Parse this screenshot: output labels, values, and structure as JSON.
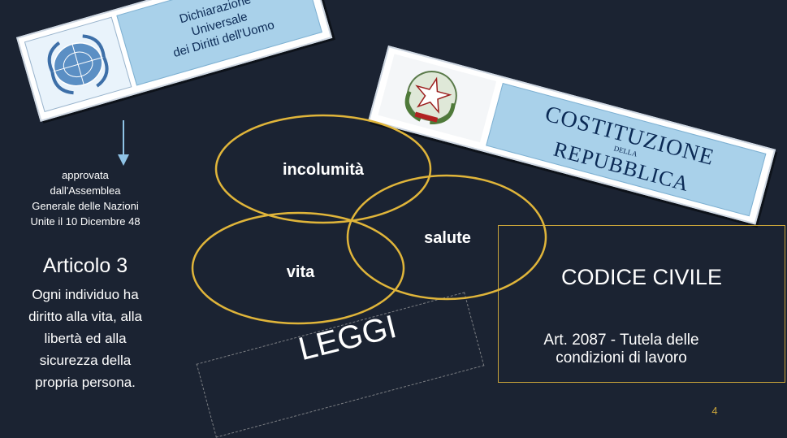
{
  "udhr": {
    "line1": "Dichiarazione",
    "line2": "Universale",
    "line3": "dei Diritti dell'Uomo"
  },
  "constitution": {
    "line1": "COSTITUZIONE",
    "line2": "DELLA",
    "line3": "REPUBBLICA"
  },
  "approval": {
    "line1": "approvata",
    "line2": "dall'Assemblea",
    "line3": "Generale delle Nazioni",
    "line4": "Unite il 10 Dicembre 48"
  },
  "article": {
    "title": "Articolo 3",
    "line1": "Ogni individuo ha",
    "line2": "diritto alla vita, alla",
    "line3": "libertà ed alla",
    "line4": "sicurezza della",
    "line5": "propria persona."
  },
  "circles": {
    "top": "incolumità",
    "right": "salute",
    "left": "vita"
  },
  "laws": {
    "label": "LEGGI"
  },
  "civil_code": {
    "title": "CODICE CIVILE",
    "line1": "Art. 2087 - Tutela delle",
    "line2": "condizioni di lavoro"
  },
  "page_number": "4",
  "colors": {
    "background": "#1b2332",
    "circle_outline": "#e0b53a",
    "card_blue": "#a9d1ea",
    "box_gold": "#c8a33a"
  }
}
